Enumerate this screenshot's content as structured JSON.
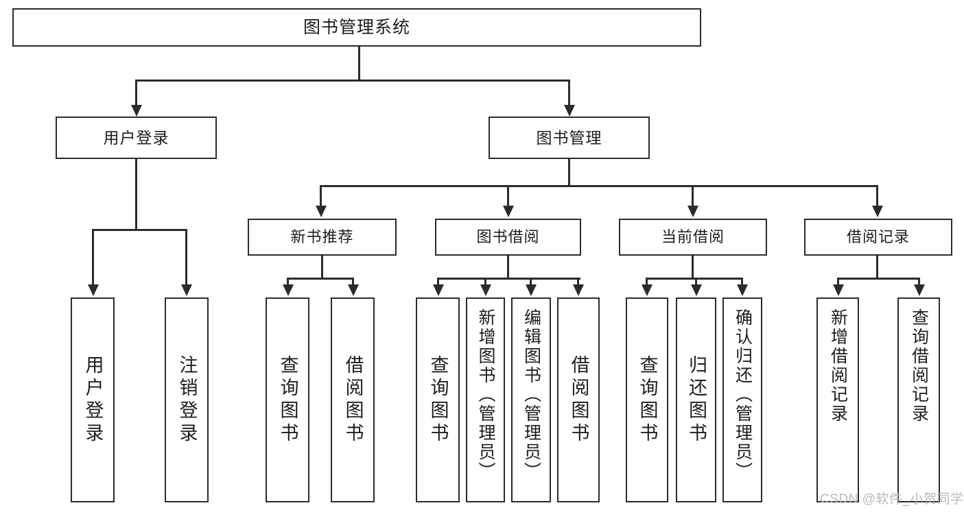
{
  "diagram": {
    "type": "tree-hierarchy",
    "title": "图书管理系统",
    "root": {
      "label": "图书管理系统"
    },
    "level2": [
      {
        "label": "用户登录"
      },
      {
        "label": "图书管理"
      }
    ],
    "level3": [
      {
        "label": "新书推荐"
      },
      {
        "label": "图书借阅"
      },
      {
        "label": "当前借阅"
      },
      {
        "label": "借阅记录"
      }
    ],
    "leaves": {
      "user_login": [
        {
          "label": "用户登录"
        },
        {
          "label": "注销登录"
        }
      ],
      "new_book_recommend": [
        {
          "label": "查询图书"
        },
        {
          "label": "借阅图书"
        }
      ],
      "book_borrow": [
        {
          "label": "查询图书"
        },
        {
          "label": "新增图书（管理员）"
        },
        {
          "label": "编辑图书（管理员）"
        },
        {
          "label": "借阅图书"
        }
      ],
      "current_borrow": [
        {
          "label": "查询图书"
        },
        {
          "label": "归还图书"
        },
        {
          "label": "确认归还（管理员）"
        }
      ],
      "borrow_record": [
        {
          "label": "新增借阅记录"
        },
        {
          "label": "查询借阅记录"
        }
      ]
    }
  },
  "watermark": {
    "text": "CSDN @软件_小贺同学"
  },
  "colors": {
    "stroke": "#2b2b2b",
    "fill": "#ffffff",
    "text": "#1d1d1d",
    "watermark": "#b9b9b9"
  }
}
